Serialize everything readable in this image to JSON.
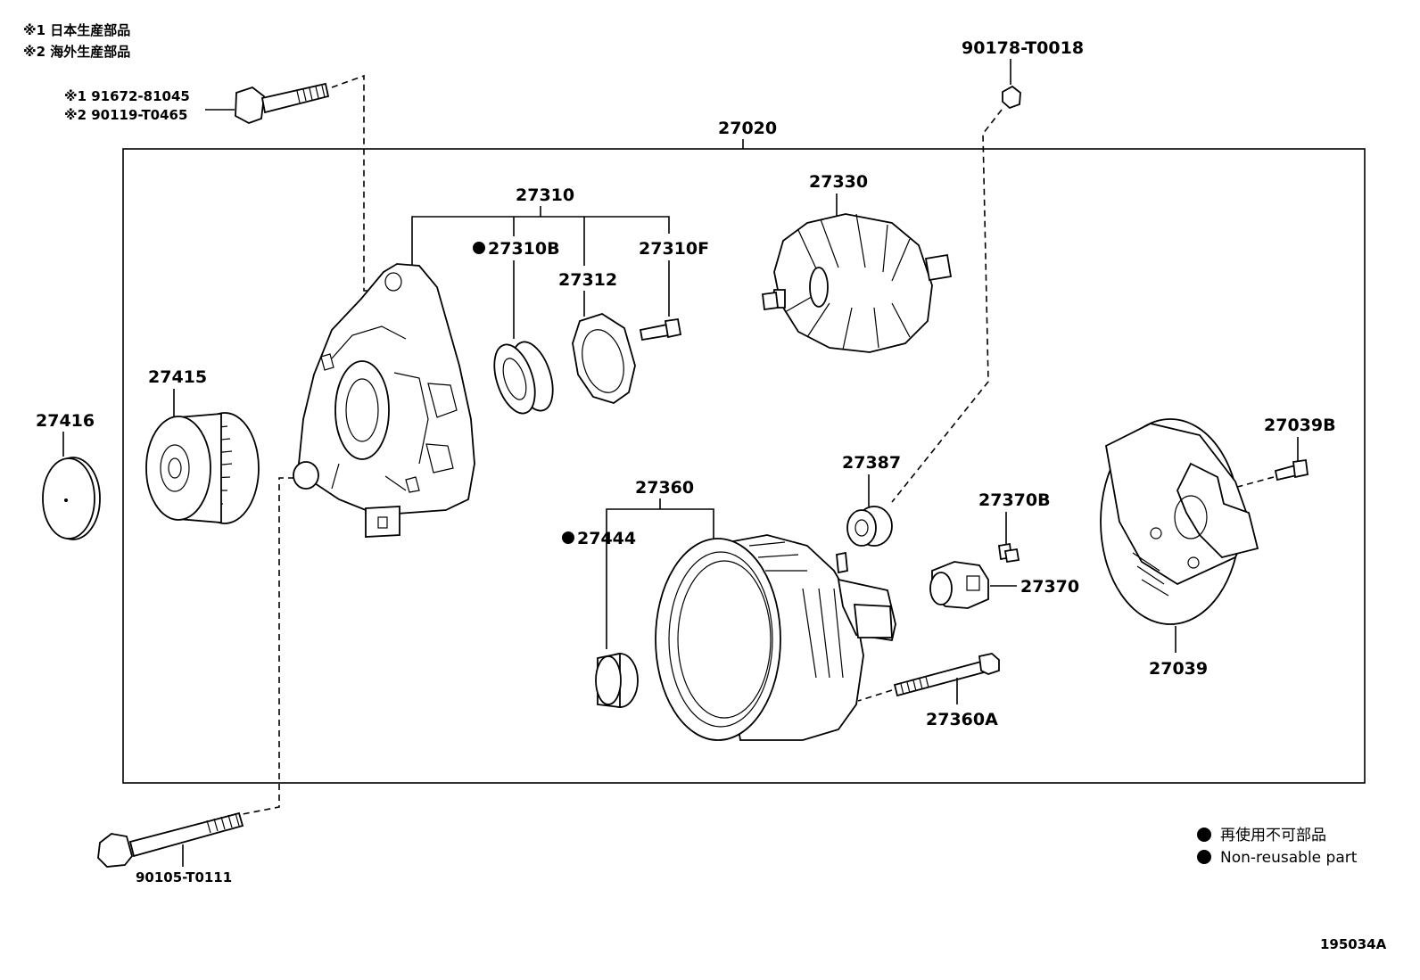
{
  "notes": {
    "note1": "※1 日本生産部品",
    "note2": "※2 海外生産部品"
  },
  "labels": {
    "bolt_top_1": "※1 91672-81045",
    "bolt_top_2": "※2 90119-T0465",
    "nut_top": "90178-T0018",
    "assembly": "27020",
    "frame_drive": "27310",
    "bearing": "27310B",
    "retainer": "27312",
    "screw_f": "27310F",
    "rotor": "27330",
    "pulley": "27415",
    "cap": "27416",
    "insulator": "27387",
    "stator_frame": "27360",
    "bush": "27444",
    "screw_b": "27370B",
    "regulator": "27370",
    "end_cover": "27039",
    "screw_39b": "27039B",
    "through_bolt": "27360A",
    "bolt_bottom": "90105-T0111"
  },
  "legend": {
    "jp": "再使用不可部品",
    "en": "Non-reusable part"
  },
  "diagram_code": "195034A"
}
